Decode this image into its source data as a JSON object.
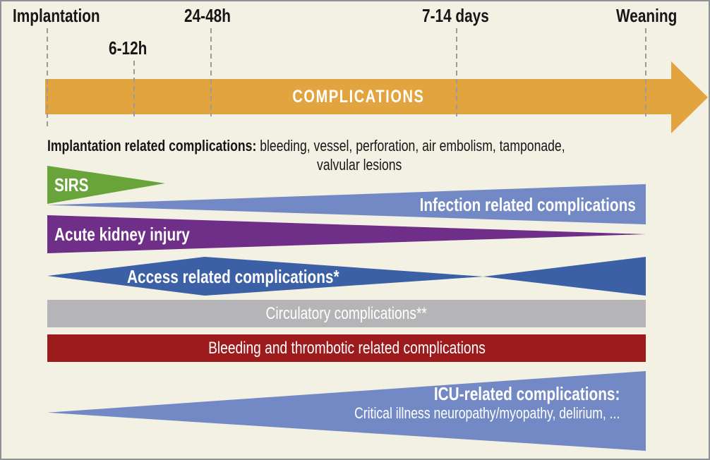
{
  "page": {
    "background": "#f3f1e4",
    "border_color": "#8f9294",
    "text_color": "#161616"
  },
  "timeline": {
    "labels": [
      "Implantation",
      "6-12h",
      "24-48h",
      "7-14 days",
      "Weaning"
    ],
    "arrow": {
      "label": "COMPLICATIONS",
      "color": "#e2a43f"
    },
    "dash_color": "#9a9a9a"
  },
  "note": {
    "label_bold": "Implantation related complications:",
    "label_rest": " bleeding, vessel, perforation, air embolism, tamponade,",
    "line2": "valvular lesions"
  },
  "bands": [
    {
      "id": "sirs",
      "label": "SIRS",
      "color": "#68a439",
      "shape": "triangle-pointing-right"
    },
    {
      "id": "infection",
      "label": "Infection related complications",
      "color": "#7389c5",
      "shape": "wedge-widening-right"
    },
    {
      "id": "aki",
      "label": "Acute kidney injury",
      "color": "#6f2e88",
      "shape": "wedge-narrowing-right"
    },
    {
      "id": "access",
      "label": "Access related complications*",
      "color": "#3c60a6",
      "shape": "diamond-then-wedge"
    },
    {
      "id": "circulatory",
      "label": "Circulatory complications**",
      "color": "#b5b4b6",
      "shape": "bar"
    },
    {
      "id": "bleeding",
      "label": "Bleeding and thrombotic related complications",
      "color": "#9d1b1d",
      "shape": "bar"
    },
    {
      "id": "icu",
      "label": "ICU-related complications:",
      "sublabel": "Critical illness neuropathy/myopathy, delirium, ...",
      "color": "#7389c5",
      "shape": "wedge-widening-right"
    }
  ]
}
